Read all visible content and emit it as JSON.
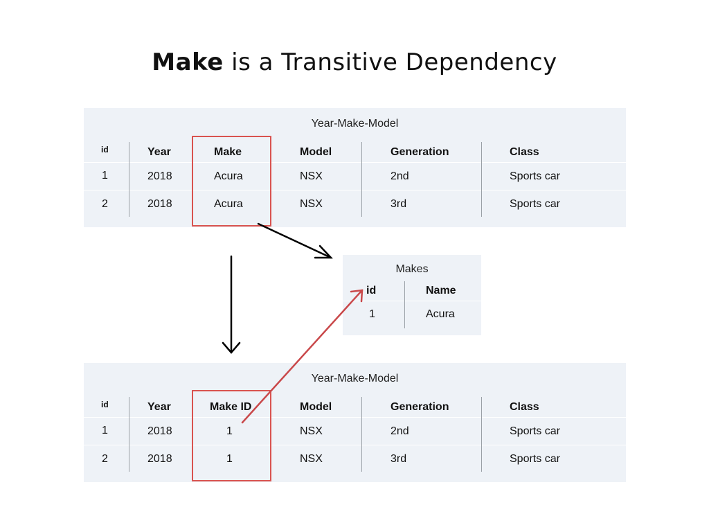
{
  "title": {
    "bold": "Make",
    "rest": " is a Transitive Dependency"
  },
  "top_table": {
    "caption": "Year-Make-Model",
    "headers": [
      "id",
      "Year",
      "Make",
      "Model",
      "Generation",
      "Class"
    ],
    "rows": [
      [
        "1",
        "2018",
        "Acura",
        "NSX",
        "2nd",
        "Sports car"
      ],
      [
        "2",
        "2018",
        "Acura",
        "NSX",
        "3rd",
        "Sports car"
      ]
    ]
  },
  "makes_table": {
    "caption": "Makes",
    "headers": [
      "id",
      "Name"
    ],
    "rows": [
      [
        "1",
        "Acura"
      ]
    ]
  },
  "bottom_table": {
    "caption": "Year-Make-Model",
    "headers": [
      "id",
      "Year",
      "Make ID",
      "Model",
      "Generation",
      "Class"
    ],
    "rows": [
      [
        "1",
        "2018",
        "1",
        "NSX",
        "2nd",
        "Sports car"
      ],
      [
        "2",
        "2018",
        "1",
        "NSX",
        "3rd",
        "Sports car"
      ]
    ]
  },
  "colors": {
    "panel": "#eef2f7",
    "highlight": "#d9534f",
    "arrow_black": "#000000",
    "arrow_red": "#c9484a"
  }
}
